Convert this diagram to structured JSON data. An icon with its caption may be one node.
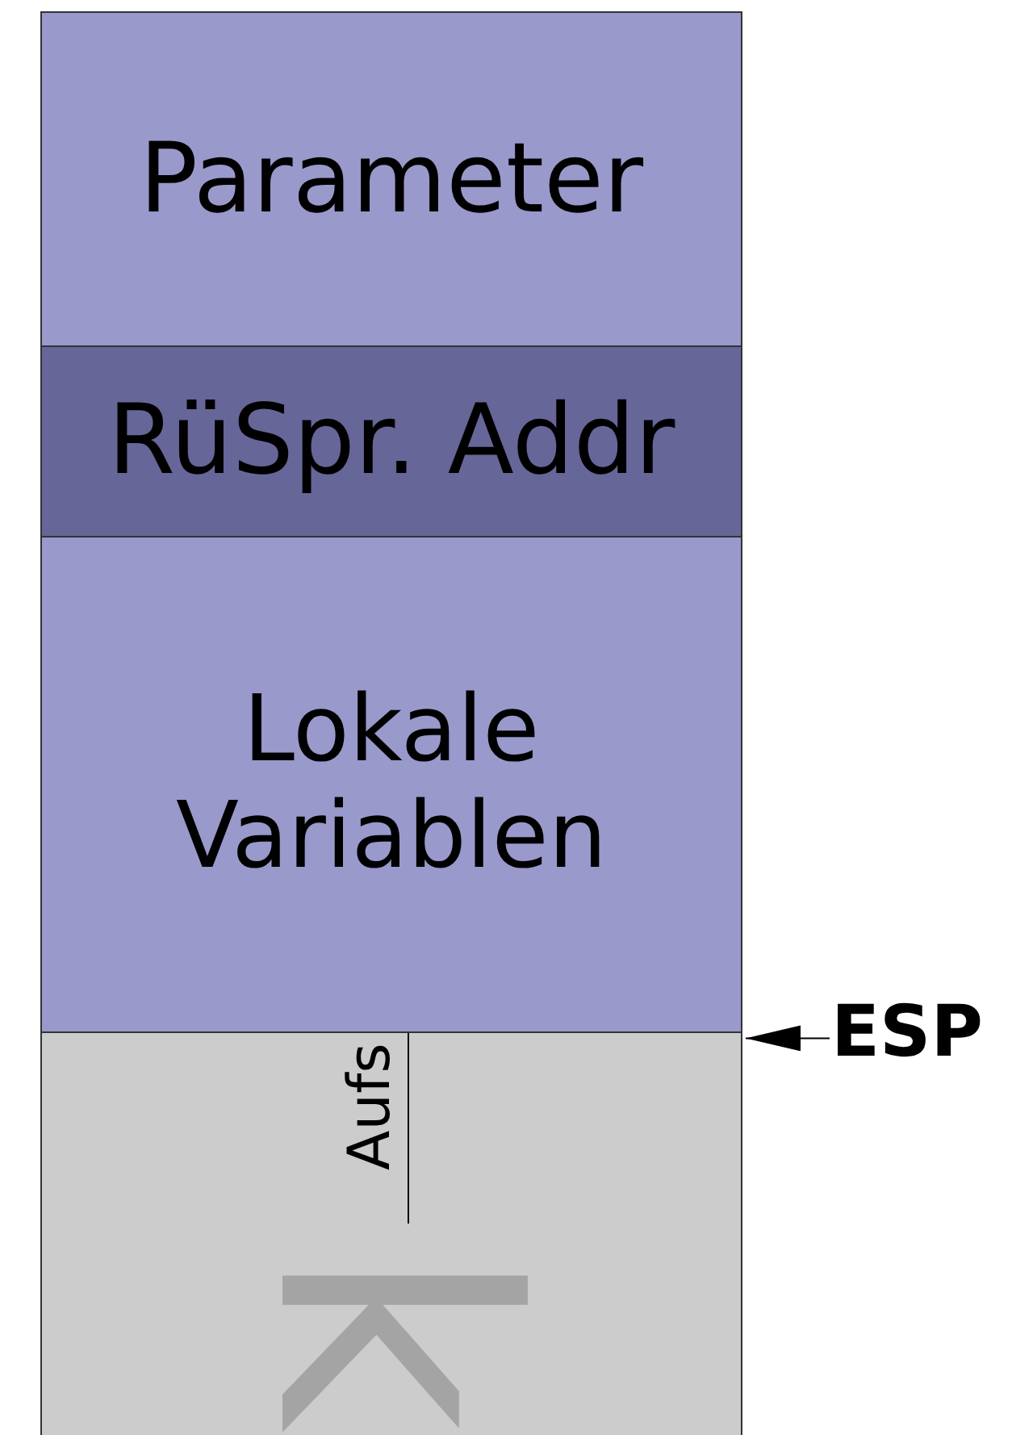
{
  "diagram": {
    "nodes": [
      {
        "text": [
          "Parameter"
        ]
      },
      {
        "text": [
          "RüSpr. Addr"
        ]
      },
      {
        "text": [
          "Lokale Variablen"
        ]
      },
      {
        "text": [
          "k"
        ]
      },
      {
        "text": [
          "ESP"
        ]
      }
    ],
    "edges": [
      {
        "from": 4,
        "to": 3,
        "arrow": "to"
      }
    ],
    "labels": [
      "Aufs"
    ]
  }
}
